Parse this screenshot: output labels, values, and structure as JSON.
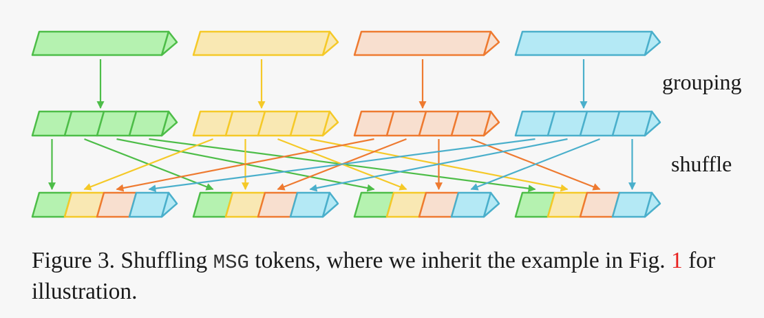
{
  "colors": {
    "green": {
      "stroke": "#4dbd48",
      "fill": "#b5f2b0"
    },
    "yellow": {
      "stroke": "#f5c928",
      "fill": "#f9e8b3"
    },
    "orange": {
      "stroke": "#ee7a30",
      "fill": "#f8dfcf"
    },
    "blue": {
      "stroke": "#4aafcb",
      "fill": "#b4e9f5"
    }
  },
  "group_order": [
    "green",
    "yellow",
    "orange",
    "blue"
  ],
  "labels": {
    "grouping": "grouping",
    "shuffle": "shuffle"
  },
  "caption": {
    "prefix": "Figure 3. Shuffling ",
    "code": "MSG",
    "middle": " tokens, where we inherit the example in Fig. ",
    "ref": "1",
    "suffix": " for illustration."
  }
}
